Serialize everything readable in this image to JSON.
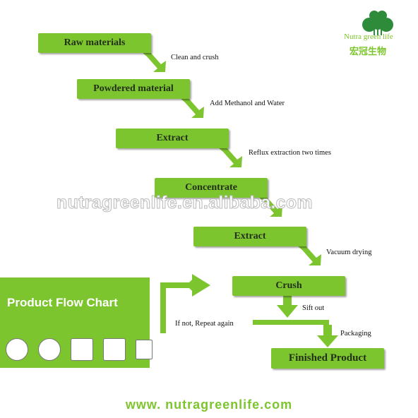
{
  "logo": {
    "name_en": "Nutra green life",
    "name_cn": "宏冠生物"
  },
  "steps": [
    {
      "label": "Raw materials"
    },
    {
      "label": "Powdered material"
    },
    {
      "label": "Extract"
    },
    {
      "label": "Concentrate"
    },
    {
      "label": "Extract"
    },
    {
      "label": "Crush"
    },
    {
      "label": "Finished Product"
    }
  ],
  "process_labels": [
    "Clean and crush",
    "Add Methanol and Water",
    "Reflux extraction two times",
    "Vacuum drying",
    "Sift out",
    "Packaging",
    "If not, Repeat again"
  ],
  "watermark": "nutragreenlife.en.alibaba.com",
  "panel": {
    "title": "Product Flow Chart",
    "badges": [
      "halal-badge-icon",
      "iso9001-badge-icon",
      "kosher-badge-icon",
      "sgs-iso-badge-icon",
      "ukas-badge-icon"
    ]
  },
  "footer": "www. nutragreenlife.com",
  "colors": {
    "accent": "#7dc52e",
    "text": "#22301a"
  }
}
